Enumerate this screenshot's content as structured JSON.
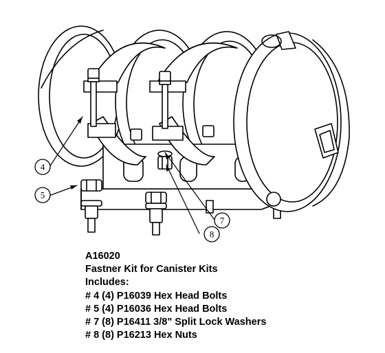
{
  "callouts": [
    {
      "id": "c4",
      "label": "4"
    },
    {
      "id": "c5",
      "label": "5"
    },
    {
      "id": "c7",
      "label": "7"
    },
    {
      "id": "c8",
      "label": "8"
    }
  ],
  "caption": {
    "part_number": "A16020",
    "description": "Fastner Kit for Canister Kits",
    "includes_label": "Includes:",
    "items": [
      "# 4 (4) P16039 Hex Head Bolts",
      "# 5 (4) P16036 Hex Head Bolts",
      "# 7 (8) P16411 3/8\" Split Lock Washers",
      "# 8 (8) P16213 Hex Nuts"
    ]
  }
}
